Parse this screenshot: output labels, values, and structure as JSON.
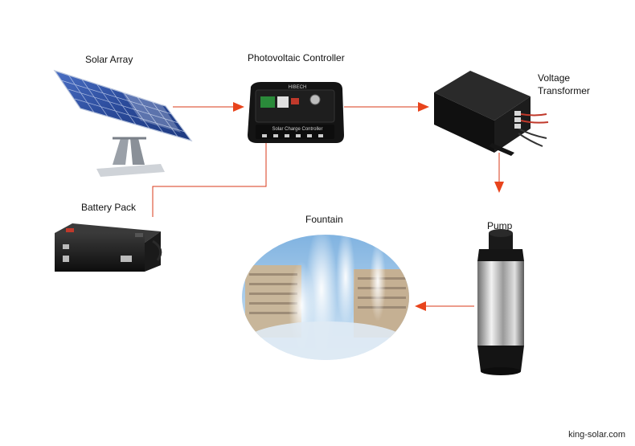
{
  "nodes": {
    "solar_array": {
      "label": "Solar Array"
    },
    "pv_controller": {
      "label": "Photovoltaic Controller",
      "panel_top": "HIBECH",
      "panel_bottom": "Solar Charge Controller"
    },
    "voltage_transformer": {
      "label_line1": "Voltage",
      "label_line2": "Transformer"
    },
    "battery_pack": {
      "label": "Battery Pack"
    },
    "fountain": {
      "label": "Fountain"
    },
    "pump": {
      "label": "Pump"
    }
  },
  "footer": {
    "site": "king-solar.com"
  },
  "colors": {
    "arrow": "#e8441c",
    "connector": "#d8381a",
    "device_dark": "#141414",
    "panel_blue": "#2c4fa3",
    "sky": "#9cc3e6"
  }
}
